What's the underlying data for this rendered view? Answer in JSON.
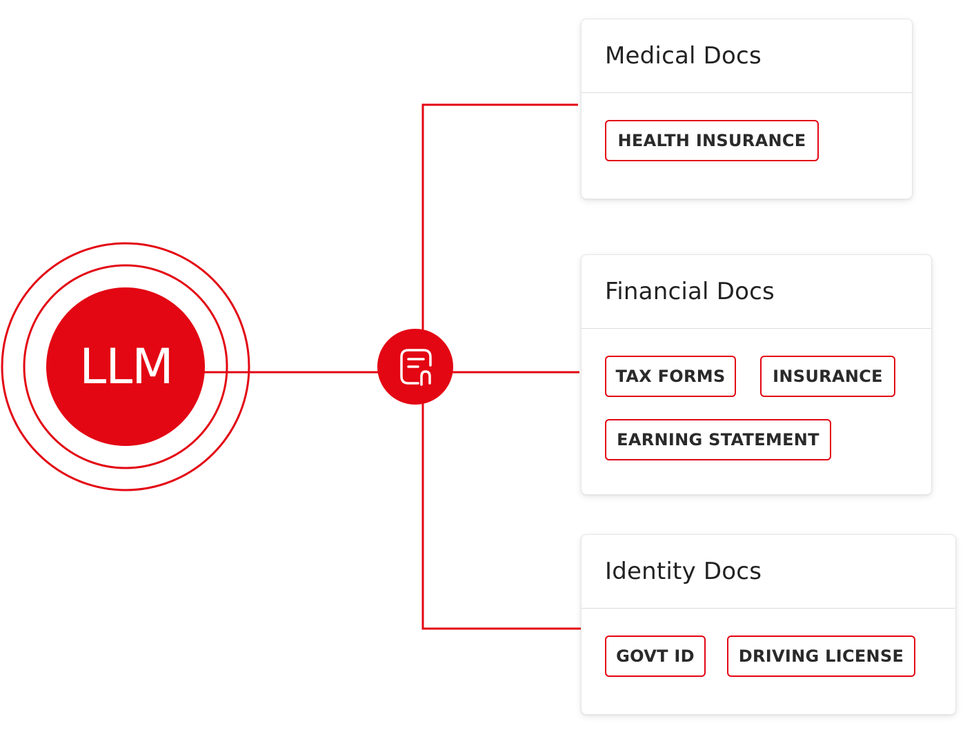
{
  "colors": {
    "accent": "#e30613",
    "title_text": "#222222",
    "tag_text": "#2a2a2a",
    "card_divider": "#dcdcdc"
  },
  "center_node": {
    "label": "LLM"
  },
  "connector_hub": {
    "icon": "document-attachment-icon"
  },
  "categories": [
    {
      "title": "Medical Docs",
      "tags": [
        "HEALTH INSURANCE"
      ]
    },
    {
      "title": "Financial Docs",
      "tags": [
        "TAX FORMS",
        "INSURANCE",
        "EARNING STATEMENT"
      ]
    },
    {
      "title": "Identity Docs",
      "tags": [
        "GOVT ID",
        "DRIVING LICENSE"
      ]
    }
  ]
}
